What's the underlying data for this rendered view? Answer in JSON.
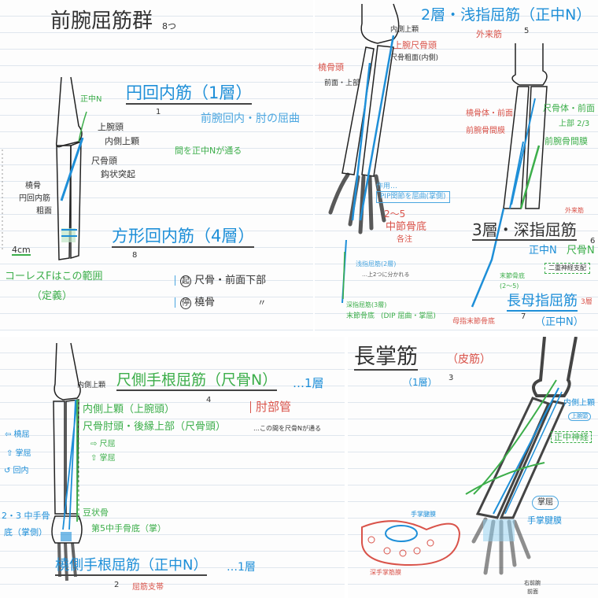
{
  "panel_tl": {
    "title": "前腕屈筋群",
    "title_count": "8つ",
    "pronator_teres": {
      "name": "円回内筋（1層）",
      "number": "1",
      "action": "前腕回内・肘の屈曲"
    },
    "median_n_label": "正中N",
    "origins": [
      "上腕頭",
      "内側上顆",
      "尺骨頭",
      "鈎状突起"
    ],
    "between_note": "間を正中Nが通る",
    "insertion_label": [
      "橈骨",
      "円回内筋",
      "粗面"
    ],
    "measure": "4cm",
    "colles_note": "コーレスFはこの範囲",
    "colles_sub": "（定義）",
    "pronator_quadratus": {
      "name": "方形回内筋（4層）",
      "number": "8",
      "origin_mark": "起",
      "origin": "尺骨・前面下部",
      "insertion_mark": "停",
      "insertion": "橈骨",
      "ditto": "〃"
    }
  },
  "panel_tr": {
    "fds_title": "2層・浅指屈筋（正中N）",
    "fds_number": "5",
    "fds_type": "外来筋",
    "labels": {
      "medial_epicondyle": "内側上顆",
      "humeroulnar_head": "上腕尺骨頭",
      "ulnar_tuberosity": "尺骨粗面(内側)",
      "radial_head": "橈骨頭",
      "anterior_upper": "前面・上部"
    },
    "action_label": "作用…",
    "action_box": "PIP関節を屈曲(掌側)",
    "digits": "2〜5",
    "insertion": "中節骨底",
    "note": "各注",
    "finger_notes": [
      "浅指屈筋(2層)",
      "…上2つに分かれる",
      "深指屈筋(3層)",
      "末節骨底",
      "(DIP 屈曲・掌屈)"
    ],
    "fdp_origins_red": [
      "橈骨体・前面",
      "前腕骨間膜"
    ],
    "fdp_origins_green": [
      "尺骨体・前面",
      "上部 2/3",
      "前腕骨間膜"
    ],
    "fdp_type": "外来筋",
    "fdp_title": "3層・深指屈筋",
    "fdp_number": "6",
    "fdp_nerves": [
      "正中N",
      "尺骨N"
    ],
    "dual_innervation": "二重神経支配",
    "fdp_insertion": [
      "末節骨底",
      "(2〜5)"
    ],
    "fpl_title": "長母指屈筋",
    "fpl_number": "7",
    "fpl_layer": "3層",
    "fpl_nerve": "（正中N）",
    "fpl_insertion": "母指末節骨底"
  },
  "panel_bl": {
    "fcu_title": "尺側手根屈筋（尺骨N）",
    "fcu_layer": "…1層",
    "fcu_number": "4",
    "medial_epicondyle": "内側上顆",
    "origins": [
      "内側上顆（上腕頭）",
      "尺骨肘頭・後縁上部（尺骨頭）"
    ],
    "cubital_tunnel": "肘部管",
    "tunnel_note": "…この間を尺骨Nが通る",
    "fcr_actions": [
      "⇦ 橈屈",
      "⇧ 掌屈",
      "↺ 回内"
    ],
    "fcu_actions": [
      "⇨ 尺屈",
      "⇧ 掌屈"
    ],
    "fcr_insertion": [
      "2・3 中手骨",
      "底（掌側）"
    ],
    "fcu_insertions": [
      "豆状骨",
      "第5中手骨底（掌）"
    ],
    "fcr_title": "橈側手根屈筋（正中N）",
    "fcr_layer": "…1層",
    "fcr_number": "2",
    "retinaculum": "屈筋支帯"
  },
  "panel_br": {
    "title": "長掌筋",
    "title_note": "（皮筋）",
    "layer": "（1層）",
    "number": "3",
    "medial_epicondyle": "内側上顆",
    "humeral_head": "上腕頭",
    "median_nerve": "正中神経",
    "palmar_flexion": "掌屈",
    "palmar_aponeurosis": "手掌腱膜",
    "section_aponeurosis": "手掌腱膜",
    "deep_fascia": "深手掌筋膜",
    "view_label": [
      "右前腕",
      "前面"
    ]
  }
}
